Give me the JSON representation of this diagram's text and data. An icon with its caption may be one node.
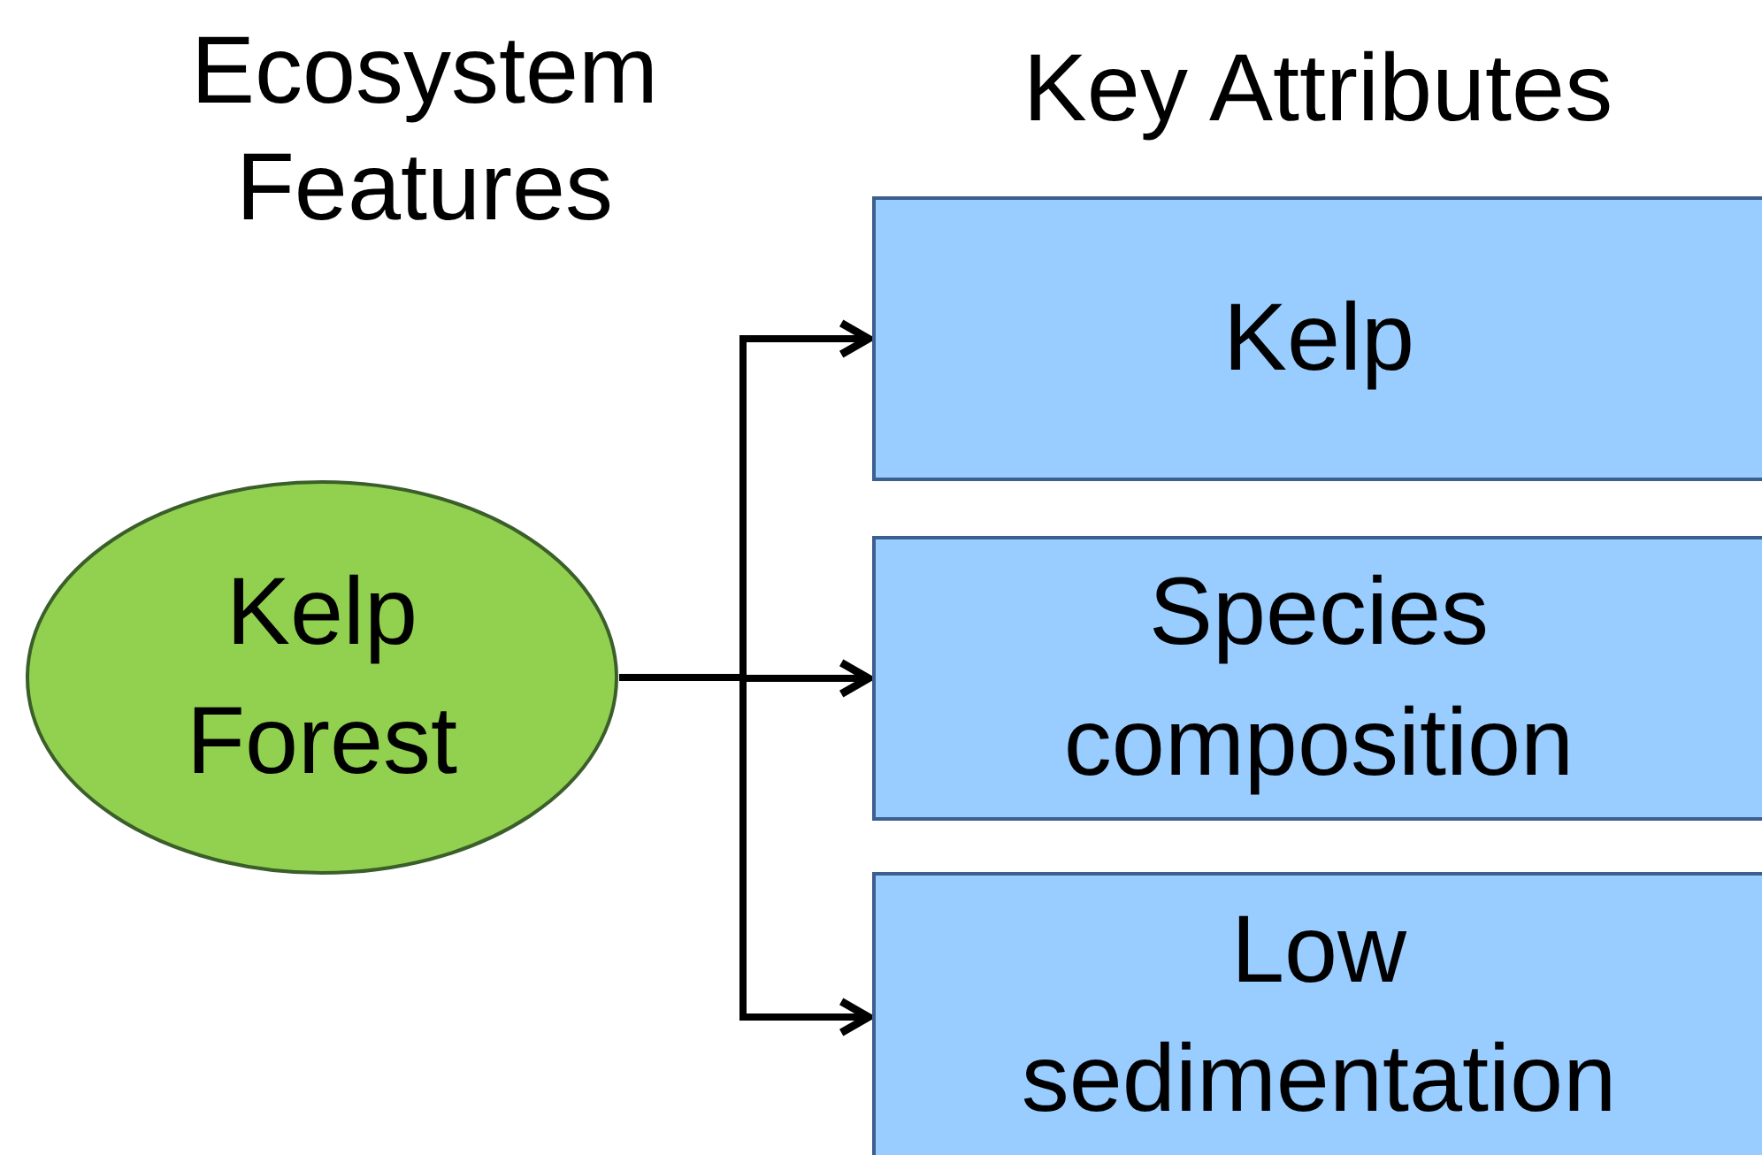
{
  "diagram": {
    "nodes": [
      {
        "text": [
          "Kelp Forest"
        ]
      },
      {
        "text": [
          "Kelp"
        ]
      },
      {
        "text": [
          "Species composition"
        ]
      },
      {
        "text": [
          "Low sedimentation"
        ]
      }
    ],
    "edges": [
      {
        "from": 0,
        "to": 1,
        "arrow": "to"
      },
      {
        "from": 0,
        "to": 2,
        "arrow": "to"
      },
      {
        "from": 0,
        "to": 3,
        "arrow": "to"
      }
    ],
    "labels": [
      "Ecosystem Features",
      "Key Attributes"
    ]
  }
}
